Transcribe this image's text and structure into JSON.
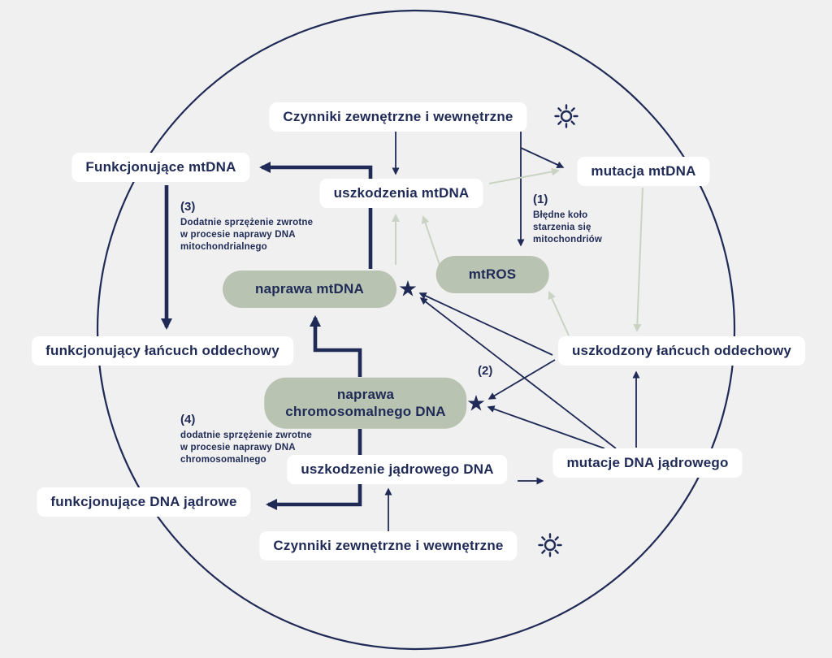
{
  "palette": {
    "background": "#f0f0f0",
    "navy": "#1f2a56",
    "pill_green": "#b8c3b2",
    "arrow_green": "#c9d3c3",
    "label_bg": "#ffffff"
  },
  "nodes": {
    "czynniki_top": "Czynniki zewnętrzne i wewnętrzne",
    "funkcjonujace_mtdna": "Funkcjonujące mtDNA",
    "uszkodzenia_mtdna": "uszkodzenia mtDNA",
    "mutacja_mtdna": "mutacja mtDNA",
    "naprawa_mtdna": "naprawa mtDNA",
    "mtros": "mtROS",
    "funkcjonujacy_lancuch": "funkcjonujący łańcuch oddechowy",
    "uszkodzony_lancuch": "uszkodzony łańcuch oddechowy",
    "naprawa_chromosomalnego": "naprawa\nchromosomalnego DNA",
    "uszkodzenie_jadrowego": "uszkodzenie jądrowego DNA",
    "mutacje_dna_jadrowego": "mutacje DNA jądrowego",
    "funkcjonujace_dna_jadrowe": "funkcjonujące DNA jądrowe",
    "czynniki_bottom": "Czynniki zewnętrzne i wewnętrzne"
  },
  "notes": {
    "n1_num": "(1)",
    "n1_text": "Błędne koło\nstarzenia się\nmitochondriów",
    "n2_num": "(2)",
    "n3_num": "(3)",
    "n3_text": "Dodatnie sprzężenie zwrotne\nw procesie naprawy DNA\nmitochondrialnego",
    "n4_num": "(4)",
    "n4_text": "dodatnie sprzężenie zwrotne\nw procesie naprawy DNA\nchromosomalnego"
  },
  "glyphs": {
    "star": "★"
  },
  "icons": {
    "sun_top": "sun-icon",
    "sun_bottom": "sun-icon",
    "star_mtdna_repair": "star-icon",
    "star_chromosomal_repair": "star-icon"
  }
}
